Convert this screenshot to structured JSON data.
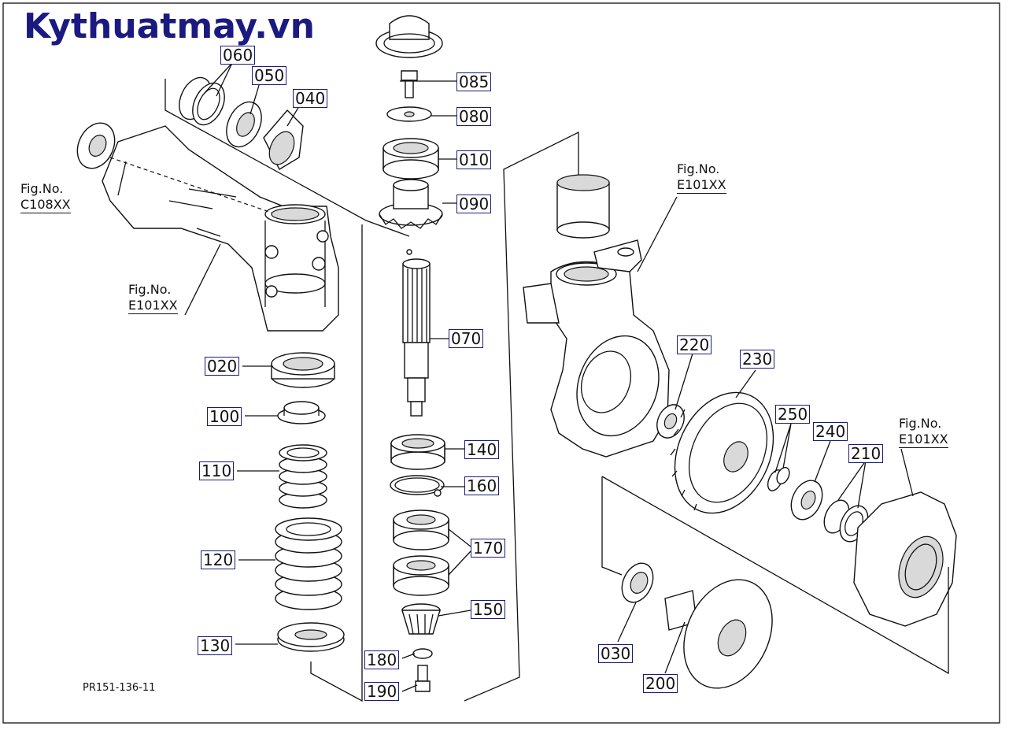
{
  "brand": "Kythuatmay.vn",
  "drawing_code": "PR151-136-11",
  "fig_refs": [
    {
      "id": "fig-c108",
      "line1": "Fig.No.",
      "line2": "C108XX"
    },
    {
      "id": "fig-e101-left",
      "line1": "Fig.No.",
      "line2": "E101XX"
    },
    {
      "id": "fig-e101-top",
      "line1": "Fig.No.",
      "line2": "E101XX"
    },
    {
      "id": "fig-e101-right",
      "line1": "Fig.No.",
      "line2": "E101XX"
    }
  ],
  "parts": {
    "p060": "060",
    "p050": "050",
    "p040": "040",
    "p085": "085",
    "p080": "080",
    "p010": "010",
    "p090": "090",
    "p070": "070",
    "p020": "020",
    "p100": "100",
    "p110": "110",
    "p120": "120",
    "p130": "130",
    "p140": "140",
    "p160": "160",
    "p170": "170",
    "p150": "150",
    "p180": "180",
    "p190": "190",
    "p220": "220",
    "p230": "230",
    "p250": "250",
    "p240": "240",
    "p210": "210",
    "p030": "030",
    "p200": "200"
  }
}
